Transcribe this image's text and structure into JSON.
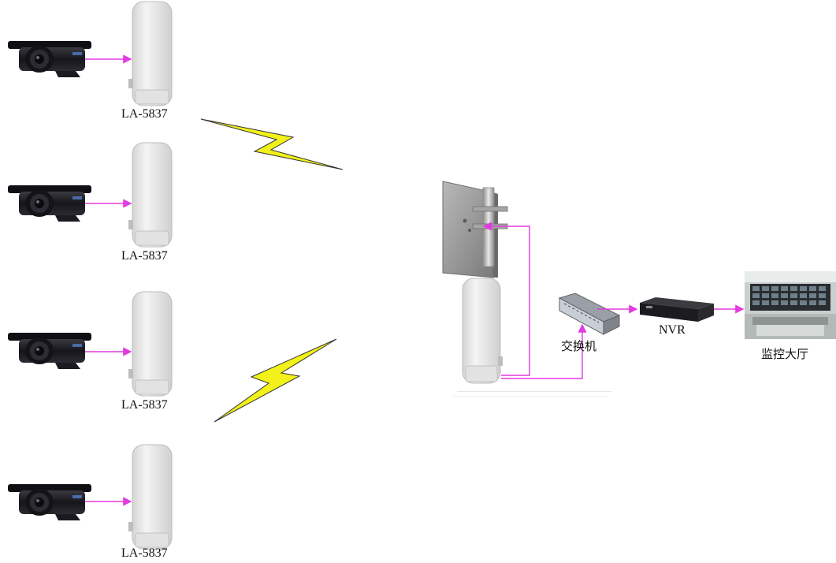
{
  "cpe_units": [
    {
      "model": "LA-5837"
    },
    {
      "model": "LA-5837"
    },
    {
      "model": "LA-5837"
    },
    {
      "model": "LA-5837"
    }
  ],
  "switch": {
    "label": "交换机"
  },
  "nvr": {
    "label": "NVR"
  },
  "monitor_room": {
    "label": "监控大厅"
  },
  "colors": {
    "link_line": "#e23be0",
    "lightning_fill": "#f2f21a",
    "camera_body": "#1d1d22",
    "device_shell": "#e9e9e9"
  },
  "icons": [
    "camera-icon",
    "cpe-radio-icon",
    "panel-antenna-icon",
    "network-switch-icon",
    "nvr-recorder-icon",
    "monitor-room-photo",
    "wireless-link-icon"
  ]
}
